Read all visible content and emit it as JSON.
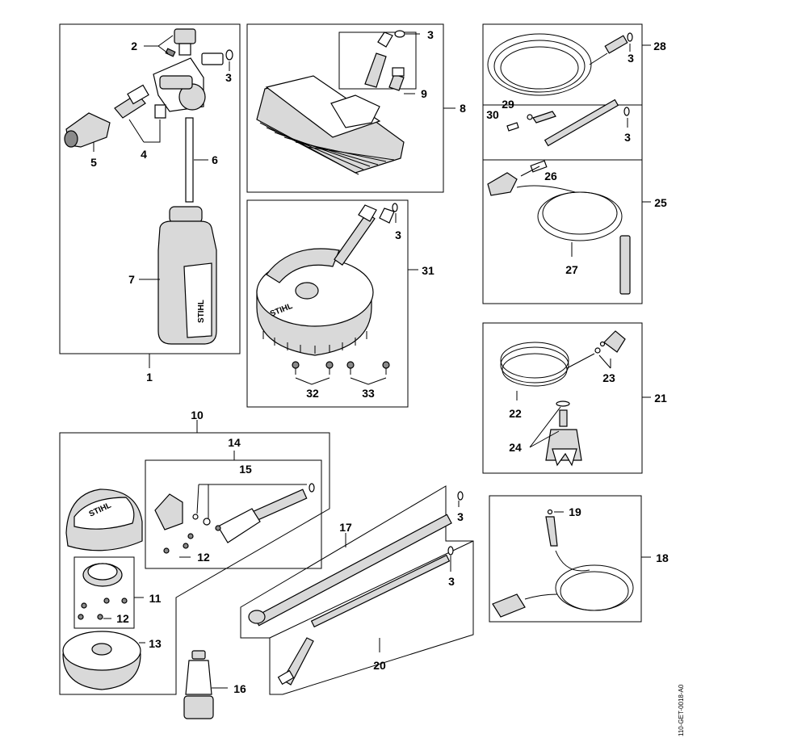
{
  "diagram": {
    "callouts": {
      "c1": "1",
      "c2": "2",
      "c3a": "3",
      "c4": "4",
      "c5": "5",
      "c6": "6",
      "c7": "7",
      "c3b": "3",
      "c8": "8",
      "c9": "9",
      "c28": "28",
      "c3c": "3",
      "c29": "29",
      "c30": "30",
      "c3d": "3",
      "c26": "26",
      "c25": "25",
      "c27": "27",
      "c3e": "3",
      "c31": "31",
      "c32": "32",
      "c33": "33",
      "c21": "21",
      "c23": "23",
      "c22": "22",
      "c24": "24",
      "c10": "10",
      "c14": "14",
      "c15": "15",
      "c12a": "12",
      "c11": "11",
      "c12b": "12",
      "c13": "13",
      "c17": "17",
      "c3f": "3",
      "c3g": "3",
      "c20": "20",
      "c16": "16",
      "c19": "19",
      "c18": "18"
    },
    "drawing_code": "110-GET-0018-A0",
    "logo_text": "STIHL"
  }
}
